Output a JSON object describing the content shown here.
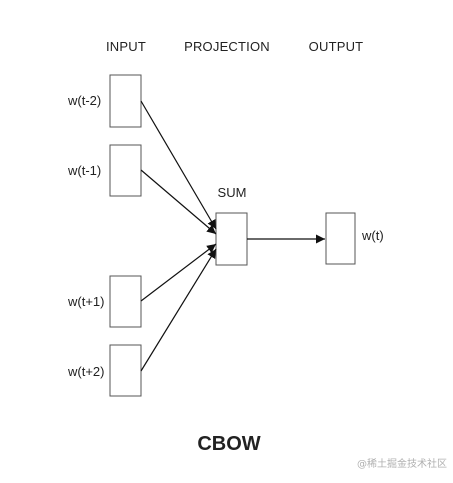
{
  "columns": {
    "input": "INPUT",
    "projection": "PROJECTION",
    "output": "OUTPUT"
  },
  "inputs": [
    "w(t-2)",
    "w(t-1)",
    "w(t+1)",
    "w(t+2)"
  ],
  "sum_label": "SUM",
  "output_label": "w(t)",
  "caption": "CBOW",
  "watermark": "@稀土掘金技术社区"
}
